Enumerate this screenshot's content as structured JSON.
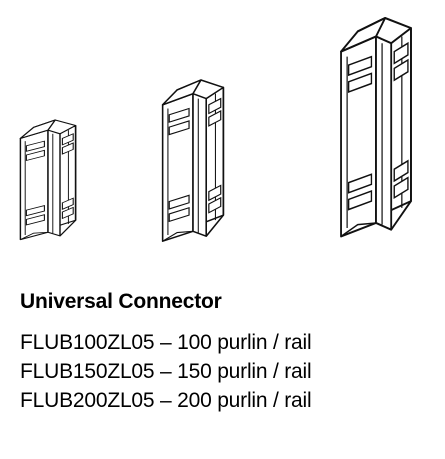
{
  "caption": {
    "title": "Universal Connector",
    "products": [
      {
        "text": "FLUB100ZL05 – 100 purlin / rail"
      },
      {
        "text": "FLUB150ZL05 – 150 purlin / rail"
      },
      {
        "text": "FLUB200ZL05 – 200 purlin / rail"
      }
    ]
  },
  "style": {
    "stroke_color": "#111111",
    "fill_color": "#ffffff"
  }
}
